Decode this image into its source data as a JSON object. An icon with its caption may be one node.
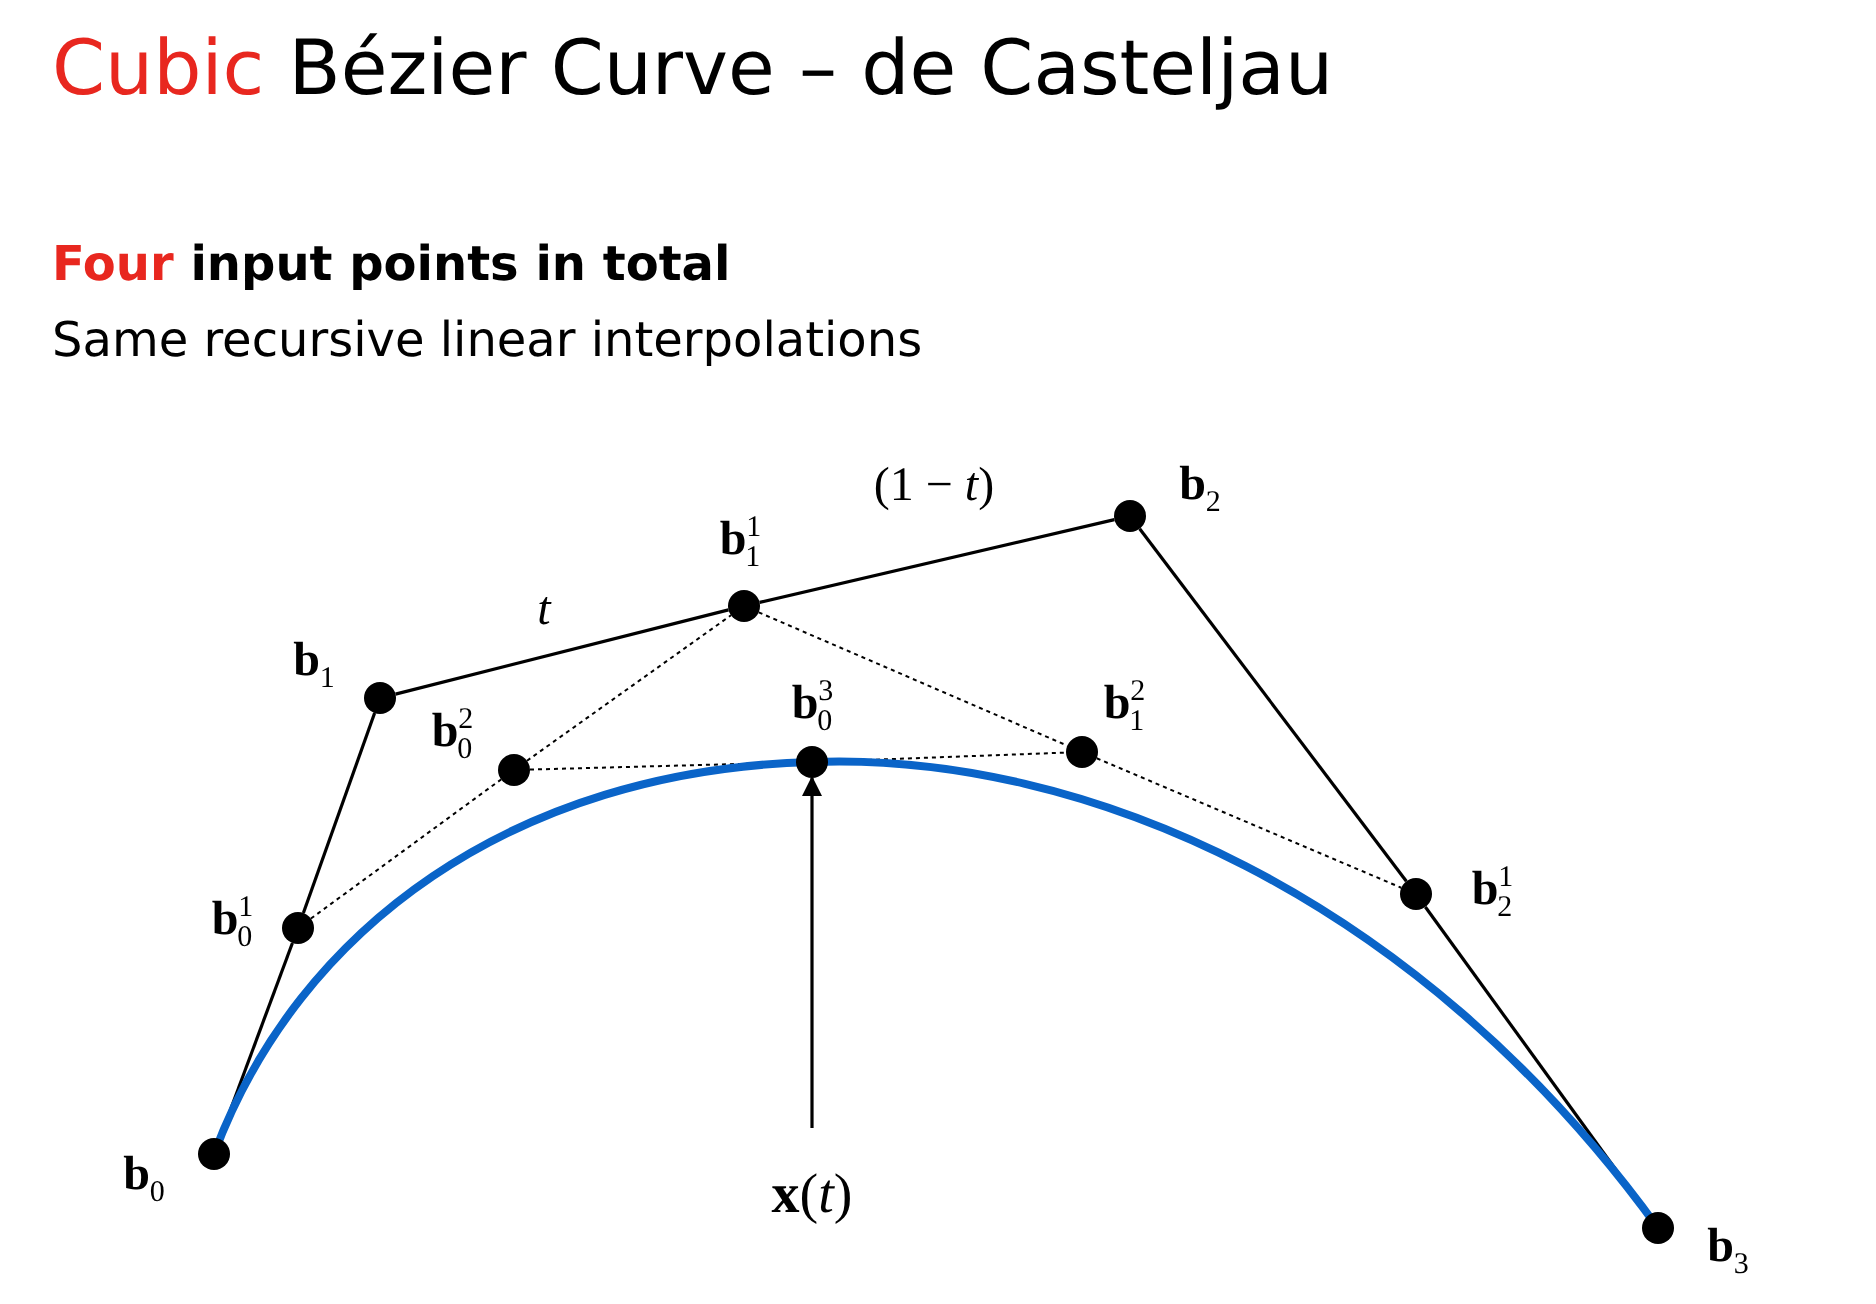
{
  "diagram": {
    "title": "Cubic Bézier Curve – de Casteljau",
    "nodes": [
      {
        "text": [],
        "shape": "circle",
        "beside": [
          "**b**$_{0}$"
        ]
      },
      {
        "text": [],
        "shape": "circle",
        "beside": [
          "**b**$^{1}$$_{0}$"
        ]
      },
      {
        "text": [],
        "shape": "circle",
        "beside": [
          "**b**$_{1}$"
        ]
      },
      {
        "text": [],
        "shape": "circle",
        "beside": [
          "**b**$^{2}$$_{0}$"
        ]
      },
      {
        "text": [],
        "shape": "circle",
        "beside": [
          "**b**$^{1}$$_{1}$"
        ]
      },
      {
        "text": [],
        "shape": "circle",
        "beside": [
          "**b**$^{3}$$_{0}$"
        ]
      },
      {
        "text": [],
        "shape": "circle",
        "beside": [
          "**b**$^{2}$$_{1}$"
        ]
      },
      {
        "text": [],
        "shape": "circle",
        "beside": [
          "**b**$_{2}$"
        ]
      },
      {
        "text": [],
        "shape": "circle",
        "beside": [
          "**b**$^{1}$$_{2}$"
        ]
      },
      {
        "text": [],
        "shape": "circle",
        "beside": [
          "**b**$_{3}$"
        ]
      },
      {
        "text": [
          "**x**(*t*)"
        ]
      }
    ],
    "edges": [
      {
        "from": 0,
        "to": 1,
        "arrow": "none"
      },
      {
        "from": 1,
        "to": 2,
        "arrow": "none"
      },
      {
        "from": 2,
        "to": 4,
        "arrow": "none"
      },
      {
        "from": 4,
        "to": 7,
        "arrow": "none"
      },
      {
        "from": 7,
        "to": 8,
        "arrow": "none"
      },
      {
        "from": 8,
        "to": 9,
        "arrow": "none"
      },
      {
        "from": 1,
        "to": 3,
        "arrow": "none",
        "style": "dashed"
      },
      {
        "from": 3,
        "to": 4,
        "arrow": "none",
        "style": "dashed"
      },
      {
        "from": 4,
        "to": 6,
        "arrow": "none",
        "style": "dashed"
      },
      {
        "from": 6,
        "to": 8,
        "arrow": "none",
        "style": "dashed"
      },
      {
        "from": 3,
        "to": 5,
        "arrow": "none",
        "style": "dashed"
      },
      {
        "from": 5,
        "to": 6,
        "arrow": "none",
        "style": "dashed"
      },
      {
        "from": 0,
        "to": 5,
        "arrow": "none",
        "style": "thick",
        "color": "#0a64c8"
      },
      {
        "from": 5,
        "to": 9,
        "arrow": "none",
        "style": "thick",
        "color": "#0a64c8"
      },
      {
        "from": 10,
        "to": 5,
        "arrow": "to"
      }
    ],
    "labels": [
      "Four input points in total",
      "Same recursive linear interpolations",
      "*t*",
      "(1 − *t*)"
    ]
  }
}
